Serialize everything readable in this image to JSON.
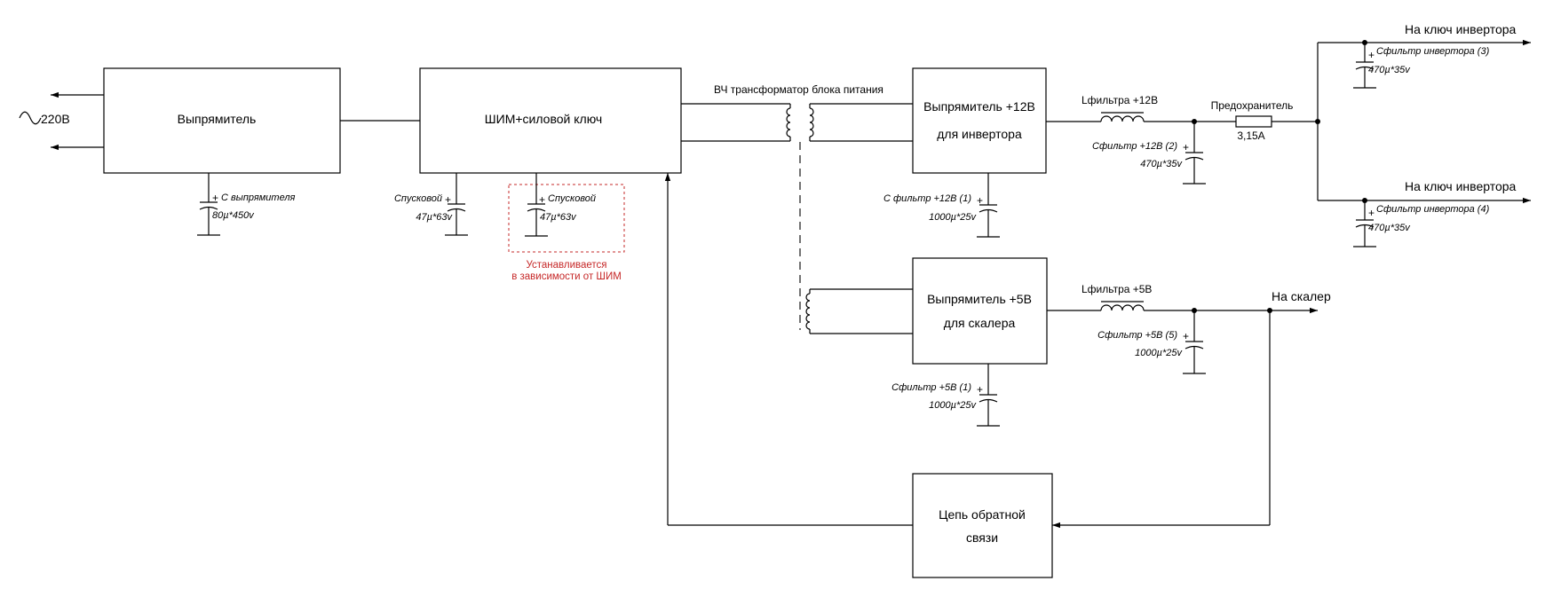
{
  "blocks": {
    "rectifier": "Выпрямитель",
    "pwm": "ШИМ+силовой ключ",
    "rect12_l1": "Выпрямитель +12В",
    "rect12_l2": "для инвертора",
    "rect5_l1": "Выпрямитель +5В",
    "rect5_l2": "для скалера",
    "feedback_l1": "Цепь обратной",
    "feedback_l2": "связи"
  },
  "labels": {
    "mains": "220В",
    "transformer": "ВЧ трансформатор блока питания",
    "l12": "Lфильтра +12В",
    "l5": "Lфильтра +5В",
    "fuse": "Предохранитель",
    "fuse_value": "3,15А",
    "out_inv1": "На ключ инвертора",
    "out_inv2": "На ключ инвертора",
    "out_scaler": "На скалер",
    "note_l1": "Устанавливается",
    "note_l2": "в зависимости от ШИМ"
  },
  "caps": {
    "c_rect_name": "С выпрямителя",
    "c_rect_val": "80µ*450v",
    "c_start1_name": "Спусковой",
    "c_start1_val": "47µ*63v",
    "c_start2_name": "Спусковой",
    "c_start2_val": "47µ*63v",
    "c12_1_name": "С фильтр +12В (1)",
    "c12_1_val": "1000µ*25v",
    "c12_2_name": "Сфильтр +12В (2)",
    "c12_2_val": "470µ*35v",
    "cinv3_name": "Сфильтр инвертора (3)",
    "cinv3_val": "470µ*35v",
    "cinv4_name": "Сфильтр инвертора (4)",
    "cinv4_val": "470µ*35v",
    "c5_1_name": "Сфильтр +5В (1)",
    "c5_1_val": "1000µ*25v",
    "c5_5_name": "Сфильтр +5В (5)",
    "c5_5_val": "1000µ*25v",
    "plus": "+"
  },
  "icons": {
    "mains": "ac-sine-icon",
    "arrow": "arrow-head-icon",
    "inductor": "coil-icon",
    "capacitor": "polarized-capacitor-icon",
    "ground": "ground-bar-icon",
    "fuse": "fuse-icon"
  },
  "colors": {
    "line": "#000000",
    "note": "#c62828"
  }
}
